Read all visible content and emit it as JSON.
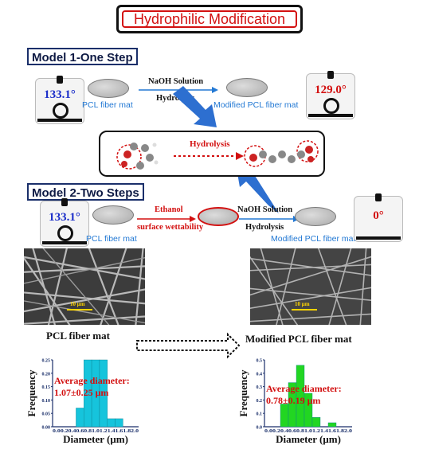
{
  "title": "Hydrophilic Modification",
  "model1": {
    "heading": "Model 1-One Step",
    "contact_angle_before": "133.1°",
    "contact_angle_after": "129.0°",
    "input_label": "PCL fiber mat",
    "output_label": "Modified PCL fiber mat",
    "arrow_top": "NaOH Solution",
    "arrow_bottom": "Hydrolysis"
  },
  "mechanism": {
    "label": "Hydrolysis"
  },
  "model2": {
    "heading": "Model 2-Two Steps",
    "contact_angle_before": "133.1°",
    "contact_angle_after": "0°",
    "input_label": "PCL fiber mat",
    "output_label": "Modified PCL fiber mat",
    "step1_top": "Ethanol",
    "step1_bottom": "surface wettability",
    "step2_top": "NaOH Solution",
    "step2_bottom": "Hydrolysis"
  },
  "sem_left": {
    "scale": "10 μm",
    "caption": "PCL fiber mat"
  },
  "sem_right": {
    "scale": "10 μm",
    "caption": "Modified PCL fiber mat"
  },
  "colors": {
    "red": "#d31010",
    "blue": "#2379d4",
    "cyan_bars": "#16c4dc",
    "green_bars": "#22d622",
    "dark_blue": "#1a2f6a"
  },
  "chart_data": [
    {
      "type": "bar",
      "categories": [
        "0.0",
        "0.2",
        "0.4",
        "0.6",
        "0.8",
        "1.0",
        "1.2",
        "1.4",
        "1.6",
        "1.8",
        "2.0"
      ],
      "values": [
        0,
        0,
        0,
        0.07,
        0.27,
        0.27,
        0.27,
        0.03,
        0.03,
        0,
        0
      ],
      "bar_color": "#16c4dc",
      "xlabel": "Diameter (μm)",
      "ylabel": "Frequency",
      "ylim": [
        0,
        0.25
      ],
      "yticks": [
        "0.00",
        "0.05",
        "0.10",
        "0.15",
        "0.20",
        "0.25"
      ],
      "xtick_label": "0.00.20.40.60.81.01.21.41.61.82.0",
      "annotation_1": "Average diameter:",
      "annotation_2": "1.07±0.25 μm"
    },
    {
      "type": "bar",
      "categories": [
        "0.0",
        "0.2",
        "0.4",
        "0.6",
        "0.8",
        "1.0",
        "1.2",
        "1.4",
        "1.6",
        "1.8",
        "2.0"
      ],
      "values": [
        0,
        0,
        0.17,
        0.33,
        0.46,
        0.25,
        0.07,
        0,
        0.03,
        0,
        0
      ],
      "bar_color": "#22d622",
      "xlabel": "Diameter (μm)",
      "ylabel": "Frequency",
      "ylim": [
        0,
        0.5
      ],
      "yticks": [
        "0.0",
        "0.1",
        "0.2",
        "0.3",
        "0.4",
        "0.5"
      ],
      "xtick_label": "0.00.20.40.60.81.01.21.41.61.82.0",
      "annotation_1": "Average diameter:",
      "annotation_2": "0.78±0.19 μm"
    }
  ]
}
